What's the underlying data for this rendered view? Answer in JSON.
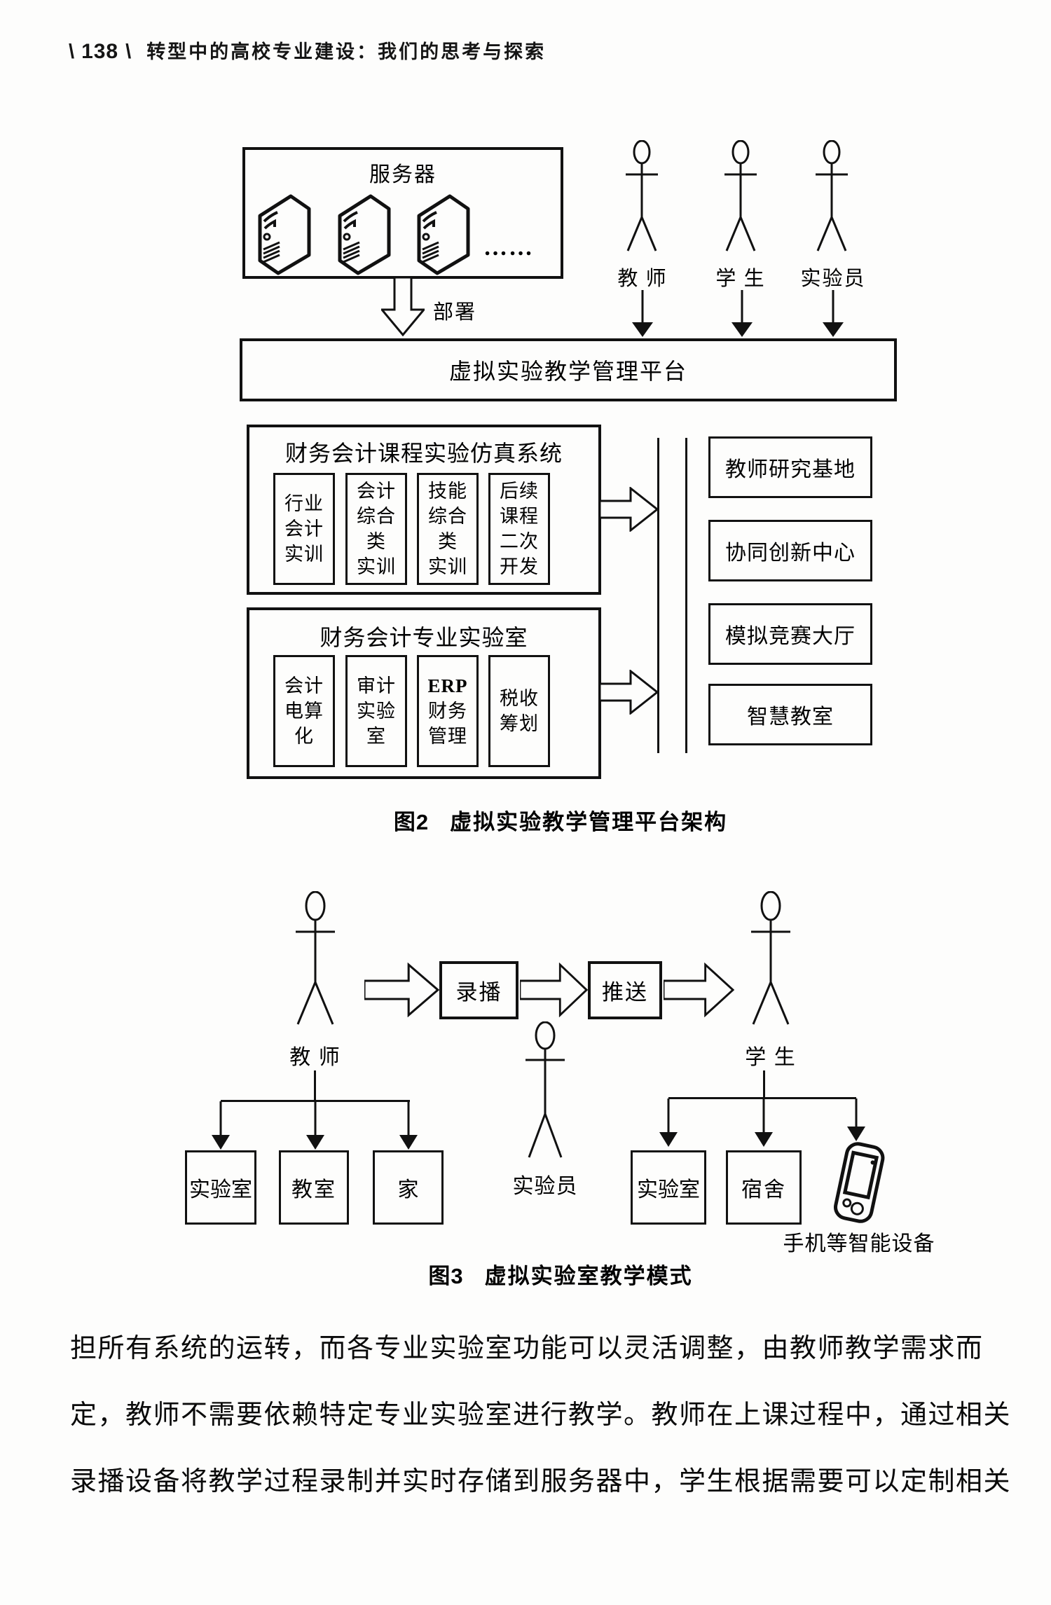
{
  "header": {
    "slash_left": "\\",
    "page_number": "138",
    "slash_right": "\\",
    "title": "转型中的高校专业建设：我们的思考与探索"
  },
  "figure2": {
    "server_box": {
      "title": "服务器",
      "ellipsis": "……"
    },
    "deploy_label": "部署",
    "actors": [
      {
        "label": "教 师"
      },
      {
        "label": "学 生"
      },
      {
        "label": "实验员"
      }
    ],
    "platform_label": "虚拟实验教学管理平台",
    "system1": {
      "title": "财务会计课程实验仿真系统",
      "items": [
        [
          "行业",
          "会计",
          "实训"
        ],
        [
          "会计",
          "综合类",
          "实训"
        ],
        [
          "技能",
          "综合类",
          "实训"
        ],
        [
          "后续",
          "课程",
          "二次",
          "开发"
        ]
      ]
    },
    "system2": {
      "title": "财务会计专业实验室",
      "items": [
        [
          "会计",
          "电算化"
        ],
        [
          "审计",
          "实验室"
        ],
        [
          "ERP",
          "财务",
          "管理"
        ],
        [
          "税收",
          "筹划"
        ]
      ]
    },
    "right_boxes": [
      "教师研究基地",
      "协同创新中心",
      "模拟竞赛大厅",
      "智慧教室"
    ],
    "caption_label": "图2",
    "caption_text": "虚拟实验教学管理平台架构"
  },
  "figure3": {
    "teacher_label": "教 师",
    "student_label": "学 生",
    "assistant_label": "实验员",
    "record_label": "录播",
    "push_label": "推送",
    "teacher_places": [
      "实验室",
      "教室",
      "家"
    ],
    "student_places": [
      "实验室",
      "宿舍"
    ],
    "device_label": "手机等智能设备",
    "caption_label": "图3",
    "caption_text": "虚拟实验室教学模式"
  },
  "body": {
    "lines": [
      "担所有系统的运转，而各专业实验室功能可以灵活调整，由教师教学需求而",
      "定，教师不需要依赖特定专业实验室进行教学。教师在上课过程中，通过相关",
      "录播设备将教学过程录制并实时存储到服务器中，学生根据需要可以定制相关"
    ]
  }
}
